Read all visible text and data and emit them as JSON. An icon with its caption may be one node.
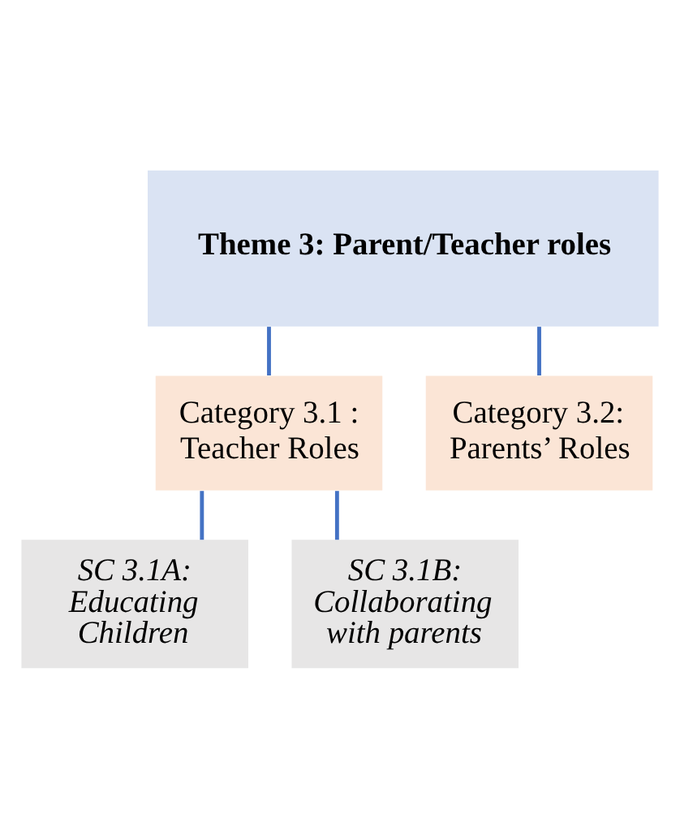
{
  "diagram": {
    "nodes": [
      {
        "text": [
          "Theme 3: Parent/Teacher roles"
        ]
      },
      {
        "text": [
          "Category 3.1 : Teacher Roles"
        ]
      },
      {
        "text": [
          "Category 3.2: Parents’ Roles"
        ]
      },
      {
        "text": [
          "SC 3.1A: Educating Children"
        ]
      },
      {
        "text": [
          "SC 3.1B: Collaborating with parents"
        ]
      }
    ],
    "edges": [
      {
        "from": 0,
        "to": 1,
        "arrow": "none"
      },
      {
        "from": 0,
        "to": 2,
        "arrow": "none"
      },
      {
        "from": 1,
        "to": 3,
        "arrow": "none"
      },
      {
        "from": 1,
        "to": 4,
        "arrow": "none"
      }
    ]
  }
}
